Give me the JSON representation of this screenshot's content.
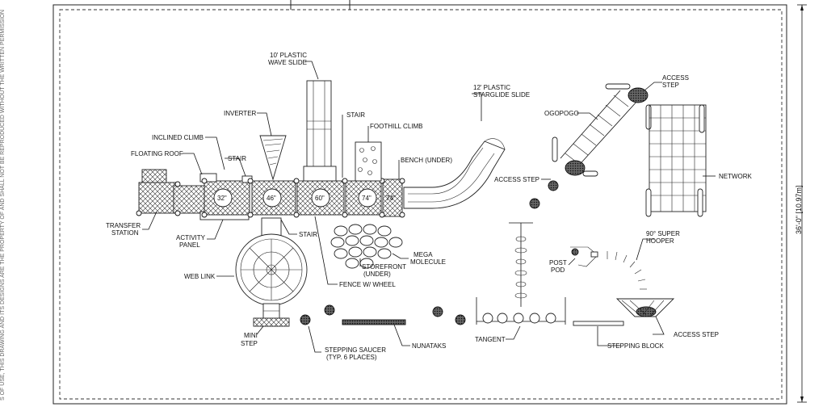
{
  "side_note": "S OF USE, THIS DRAWING AND ITS DESIGNS ARE THE PROPERTY OF AND SHALL NOT BE REPRODUCED WITHOUT THE WRITTEN PERMISSION",
  "dimension": "36'-0\" [10.97m]",
  "deck_heights": [
    "32\"",
    "46\"",
    "60\"",
    "74\"",
    "74\""
  ],
  "labels": {
    "wave_slide": [
      "10' PLASTIC",
      "WAVE SLIDE"
    ],
    "starglide_slide": [
      "12' PLASTIC",
      "STARGLIDE SLIDE"
    ],
    "inverter": "INVERTER",
    "stair_top": "STAIR",
    "foothill_climb": "FOOTHILL CLIMB",
    "inclined_climb": "INCLINED CLIMB",
    "floating_roof": "FLOATING ROOF",
    "stair_left": "STAIR",
    "bench_under": "BENCH (UNDER)",
    "transfer_station": [
      "TRANSFER",
      "STATION"
    ],
    "activity_panel": [
      "ACTIVITY",
      "PANEL"
    ],
    "stair_bottom": "STAIR",
    "mega_molecule": [
      "MEGA",
      "MOLECULE"
    ],
    "storefront": [
      "STOREFRONT",
      "(UNDER)"
    ],
    "web_link": "WEB LINK",
    "fence_wheel": "FENCE W/ WHEEL",
    "mini_step": [
      "MINI",
      "STEP"
    ],
    "stepping_saucer": [
      "STEPPING SAUCER",
      "(TYP. 6 PLACES)"
    ],
    "nunataks": "NUNATAKS",
    "tangent": "TANGENT",
    "stepping_block": "STEPPING BLOCK",
    "access_step_top": [
      "ACCESS",
      "STEP"
    ],
    "ogopogo": "OGOPOGO",
    "network": "NETWORK",
    "access_step_mid": "ACCESS STEP",
    "super_hooper": [
      "90° SUPER",
      "HOOPER"
    ],
    "post_pod": [
      "POST",
      "POD"
    ],
    "access_step_bottom": "ACCESS STEP"
  }
}
